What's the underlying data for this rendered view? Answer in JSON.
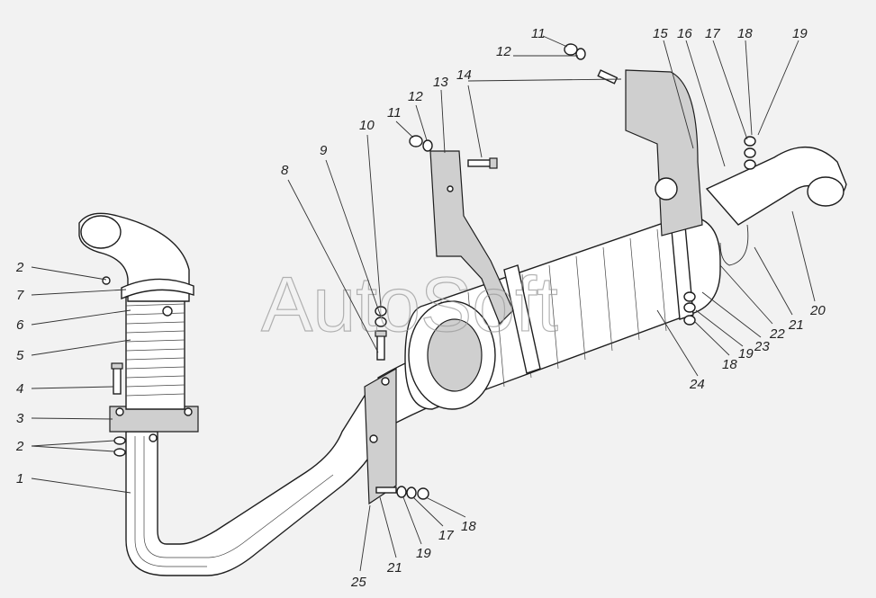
{
  "watermark": "AutoSoft",
  "colors": {
    "background": "#f2f2f2",
    "line": "#1e1e1e",
    "shade": "#cfcfcf"
  },
  "callouts": [
    {
      "id": "c2a",
      "text": "2"
    },
    {
      "id": "c7",
      "text": "7"
    },
    {
      "id": "c6",
      "text": "6"
    },
    {
      "id": "c5",
      "text": "5"
    },
    {
      "id": "c4",
      "text": "4"
    },
    {
      "id": "c3",
      "text": "3"
    },
    {
      "id": "c2b",
      "text": "2"
    },
    {
      "id": "c1",
      "text": "1"
    },
    {
      "id": "c8",
      "text": "8"
    },
    {
      "id": "c9",
      "text": "9"
    },
    {
      "id": "c10",
      "text": "10"
    },
    {
      "id": "c11a",
      "text": "11"
    },
    {
      "id": "c12a",
      "text": "12"
    },
    {
      "id": "c13",
      "text": "13"
    },
    {
      "id": "c14",
      "text": "14"
    },
    {
      "id": "c11b",
      "text": "11"
    },
    {
      "id": "c12b",
      "text": "12"
    },
    {
      "id": "c15",
      "text": "15"
    },
    {
      "id": "c16",
      "text": "16"
    },
    {
      "id": "c17a",
      "text": "17"
    },
    {
      "id": "c18a",
      "text": "18"
    },
    {
      "id": "c19a",
      "text": "19"
    },
    {
      "id": "c20",
      "text": "20"
    },
    {
      "id": "c21a",
      "text": "21"
    },
    {
      "id": "c22",
      "text": "22"
    },
    {
      "id": "c23",
      "text": "23"
    },
    {
      "id": "c19b",
      "text": "19"
    },
    {
      "id": "c18b",
      "text": "18"
    },
    {
      "id": "c24",
      "text": "24"
    },
    {
      "id": "c18c",
      "text": "18"
    },
    {
      "id": "c17b",
      "text": "17"
    },
    {
      "id": "c19c",
      "text": "19"
    },
    {
      "id": "c21b",
      "text": "21"
    },
    {
      "id": "c25",
      "text": "25"
    }
  ]
}
